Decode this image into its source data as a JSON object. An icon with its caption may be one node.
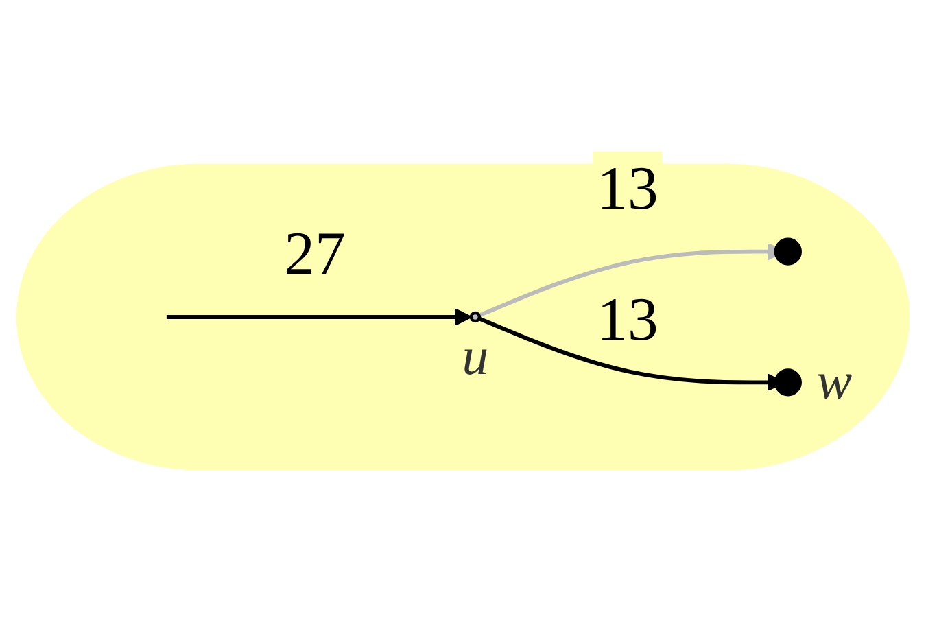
{
  "diagram": {
    "nodes": [
      {
        "text": [],
        "shape": "cloud"
      },
      {
        "text": [],
        "shape": "circle",
        "beside": [
          "u"
        ],
        "in": 0
      },
      {
        "text": [],
        "shape": "circle",
        "in": 0
      },
      {
        "text": [],
        "shape": "circle",
        "beside": [
          "w"
        ],
        "in": 0
      }
    ],
    "edges": [
      {
        "from": null,
        "to": 1,
        "arrow": "to",
        "label": "27"
      },
      {
        "from": 1,
        "to": 2,
        "arrow": "to",
        "label": "13",
        "color": "#bbbbbb"
      },
      {
        "from": 1,
        "to": 3,
        "arrow": "to",
        "label": "13"
      }
    ]
  }
}
